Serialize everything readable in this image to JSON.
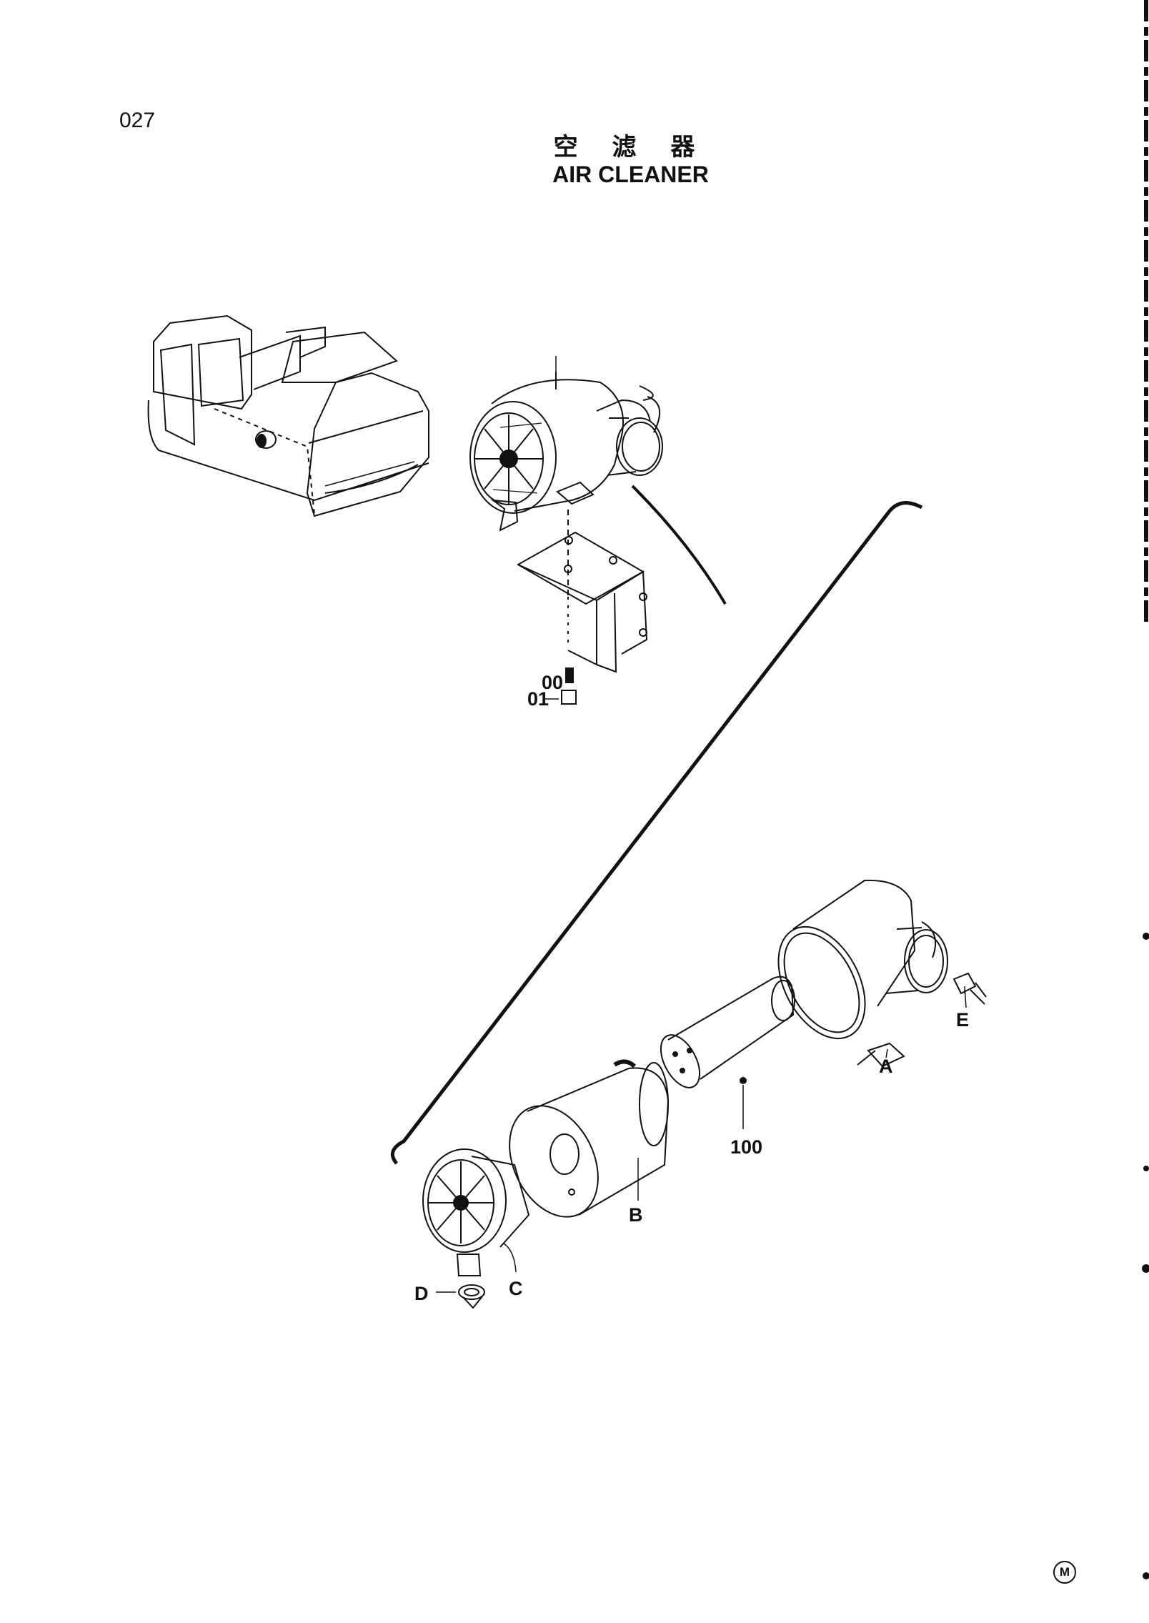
{
  "page": {
    "number": "027"
  },
  "title": {
    "chinese": "空 滤 器",
    "english": "AIR CLEANER"
  },
  "callouts": {
    "assembly": "00",
    "bolt": "01",
    "element": "100",
    "part_a": "A",
    "part_b": "B",
    "part_c": "C",
    "part_d": "D",
    "part_e": "E"
  },
  "footer": {
    "mark": "M"
  },
  "colors": {
    "ink": "#111111",
    "paper": "#ffffff"
  }
}
